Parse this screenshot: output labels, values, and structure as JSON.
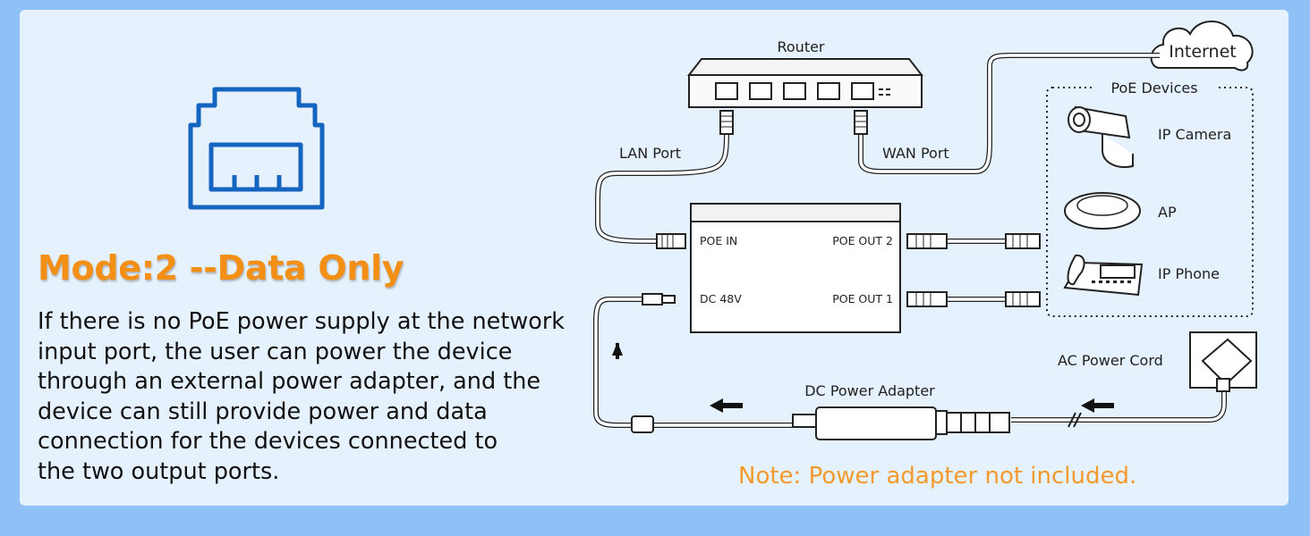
{
  "mode_icon": "ethernet-port-icon",
  "title": "Mode:2 --Data Only",
  "description_lines": [
    "If there is no PoE power supply at the network",
    "input port, the user can power the device",
    "through an external power adapter, and the",
    "device can still provide power and data",
    "connection for the devices connected to",
    "the two output ports."
  ],
  "note": "Note: Power adapter not included.",
  "diagram": {
    "router": "Router",
    "internet": "Internet",
    "lan_port": "LAN Port",
    "wan_port": "WAN Port",
    "injector": {
      "poe_in": "POE IN",
      "dc_48v": "DC 48V",
      "poe_out_2": "POE OUT 2",
      "poe_out_1": "POE OUT 1"
    },
    "poe_devices": {
      "heading": "PoE Devices",
      "items": [
        "IP Camera",
        "AP",
        "IP Phone"
      ]
    },
    "ac_power_cord": "AC Power Cord",
    "dc_power_adapter": "DC Power Adapter"
  },
  "colors": {
    "background": "#8fc1f6",
    "panel": "#e5f1fd",
    "title": "#f28f14",
    "note": "#f29a2e",
    "icon": "#1565c0"
  }
}
